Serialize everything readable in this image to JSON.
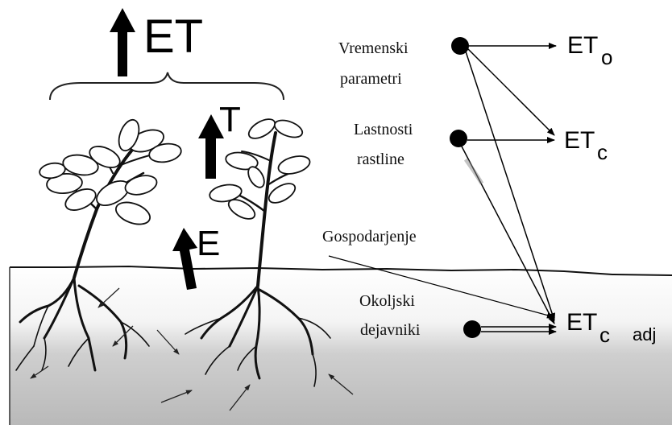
{
  "labels": {
    "et_big": "ET",
    "t": "T",
    "e": "E",
    "vremenski_1": "Vremenski",
    "vremenski_2": "parametri",
    "lastnosti_1": "Lastnosti",
    "lastnosti_2": "rastline",
    "gospodarjenje": "Gospodarjenje",
    "okoljski_1": "Okoljski",
    "okoljski_2": "dejavniki",
    "eto_main": "ET",
    "eto_sub": "o",
    "etc_main": "ET",
    "etc_sub": "c",
    "etcadj_main": "ET",
    "etcadj_sub1": "c",
    "etcadj_sub2": "adj"
  }
}
